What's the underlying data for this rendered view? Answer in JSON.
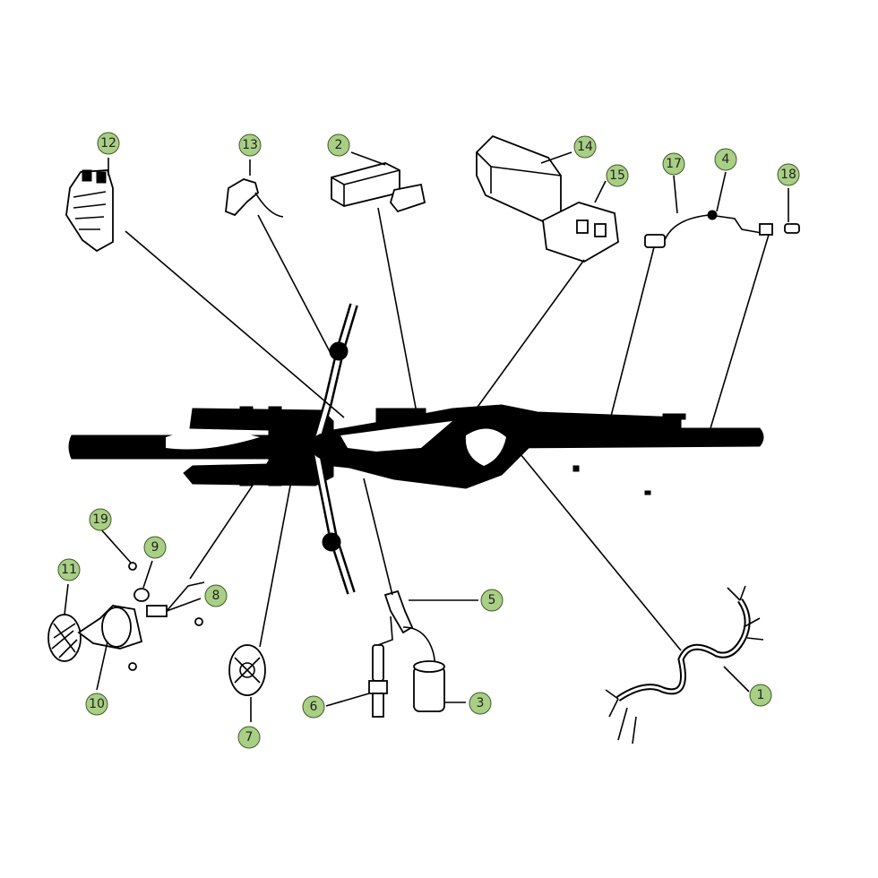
{
  "diagram": {
    "callout_fill": "#a9cf85",
    "line_color": "#000000",
    "callouts": [
      {
        "id": "c1",
        "label": "1"
      },
      {
        "id": "c2",
        "label": "2"
      },
      {
        "id": "c3",
        "label": "3"
      },
      {
        "id": "c4",
        "label": "4"
      },
      {
        "id": "c5",
        "label": "5"
      },
      {
        "id": "c6",
        "label": "6"
      },
      {
        "id": "c7",
        "label": "7"
      },
      {
        "id": "c8",
        "label": "8"
      },
      {
        "id": "c9",
        "label": "9"
      },
      {
        "id": "c10",
        "label": "10"
      },
      {
        "id": "c11",
        "label": "11"
      },
      {
        "id": "c12",
        "label": "12"
      },
      {
        "id": "c13",
        "label": "13"
      },
      {
        "id": "c14",
        "label": "14"
      },
      {
        "id": "c15",
        "label": "15"
      },
      {
        "id": "c17",
        "label": "17"
      },
      {
        "id": "c18",
        "label": "18"
      },
      {
        "id": "c19",
        "label": "19"
      }
    ]
  }
}
